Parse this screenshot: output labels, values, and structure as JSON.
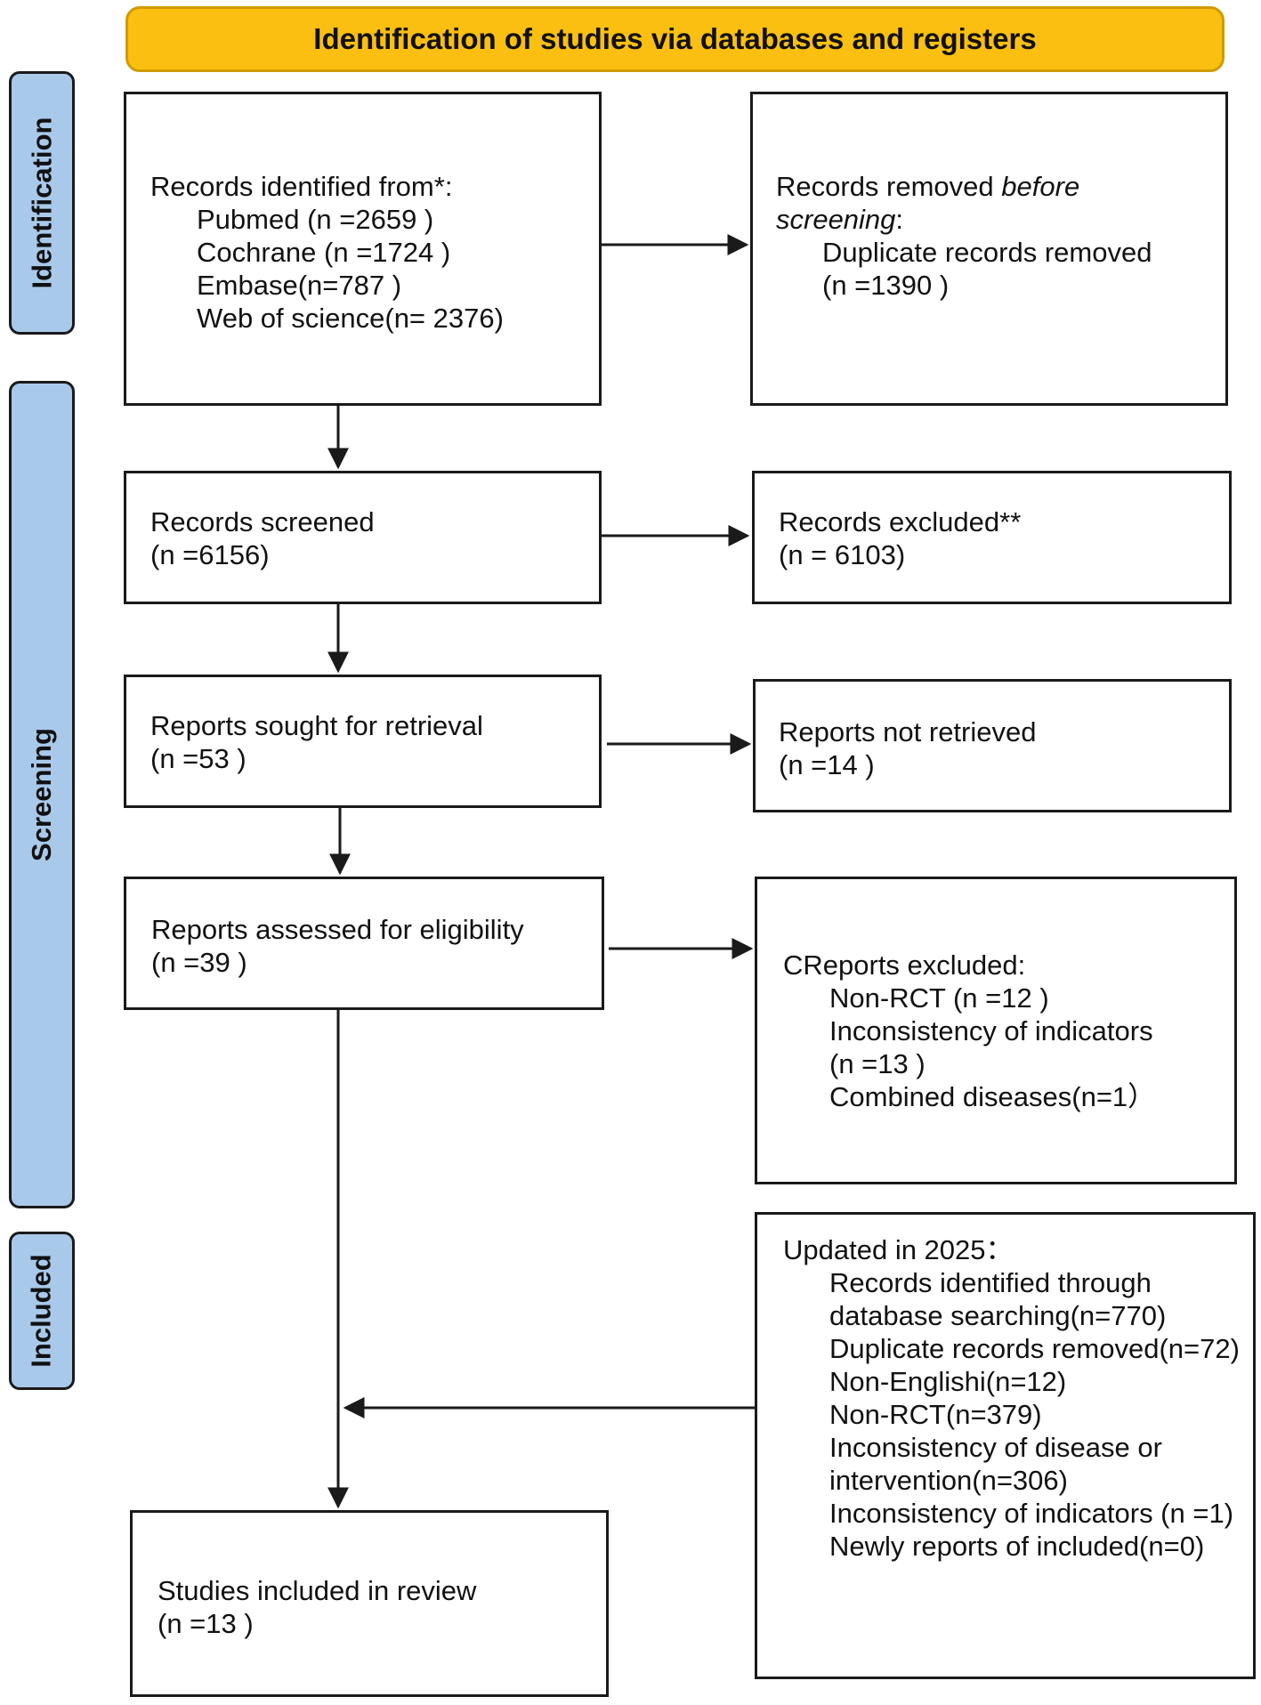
{
  "header": {
    "title": "Identification of studies via databases and registers"
  },
  "phases": {
    "identification": "Identification",
    "screening": "Screening",
    "included": "Included"
  },
  "records_identified": {
    "title": "Records identified from*:",
    "sources": [
      "Pubmed (n =2659 )",
      "Cochrane (n =1724 )",
      "Embase(n=787 )",
      "Web of science(n= 2376)"
    ]
  },
  "records_removed": {
    "line1_a": "Records removed ",
    "line1_b": "before",
    "line2_a": "screening",
    "line2_b": ":",
    "detail1": "Duplicate records removed",
    "detail2": "(n =1390 )"
  },
  "records_screened": {
    "label": "Records screened",
    "count": "(n =6156)"
  },
  "records_excluded": {
    "label": "Records excluded**",
    "count": "(n = 6103)"
  },
  "reports_sought": {
    "label": "Reports sought for retrieval",
    "count": "(n =53 )"
  },
  "reports_not_retrieved": {
    "label": "Reports not retrieved",
    "count": "(n =14 )"
  },
  "reports_assessed": {
    "label": "Reports assessed for eligibility",
    "count": "(n =39 )"
  },
  "reports_excluded": {
    "title": "CReports excluded:",
    "items": [
      "Non-RCT (n =12 )",
      "Inconsistency of indicators",
      "(n =13 )",
      "Combined diseases(n=1）"
    ]
  },
  "updated": {
    "title": "Updated in 2025：",
    "items": [
      "Records identified through database searching(n=770)",
      "Duplicate records removed(n=72)",
      "Non-Englishi(n=12)",
      "Non-RCT(n=379)",
      "Inconsistency of disease or intervention(n=306)",
      "Inconsistency of indicators (n =1)",
      "Newly reports of included(n=0)"
    ]
  },
  "studies_included": {
    "label": "Studies included in review",
    "count": "(n =13 )"
  },
  "colors": {
    "header_fill": "#fbbf11",
    "phase_fill": "#a9c9ea",
    "line": "#1a1a1a"
  }
}
